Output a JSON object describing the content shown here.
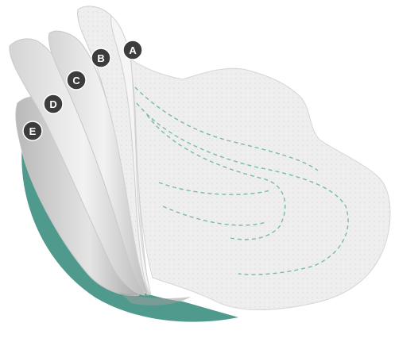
{
  "colors": {
    "background": "#ffffff",
    "accent_circle": "#4f9a8c",
    "accent_circle_dark": "#3f8073",
    "layer_light": "#efefef",
    "layer_mid": "#dadada",
    "layer_shadow": "#b7b7b7",
    "stitch": "#78b9ad",
    "marker_fill": "#3c3c3c",
    "marker_text": "#ffffff"
  },
  "markers": [
    {
      "id": "a",
      "label": "A"
    },
    {
      "id": "b",
      "label": "B"
    },
    {
      "id": "c",
      "label": "C"
    },
    {
      "id": "d",
      "label": "D"
    },
    {
      "id": "e",
      "label": "E"
    }
  ]
}
